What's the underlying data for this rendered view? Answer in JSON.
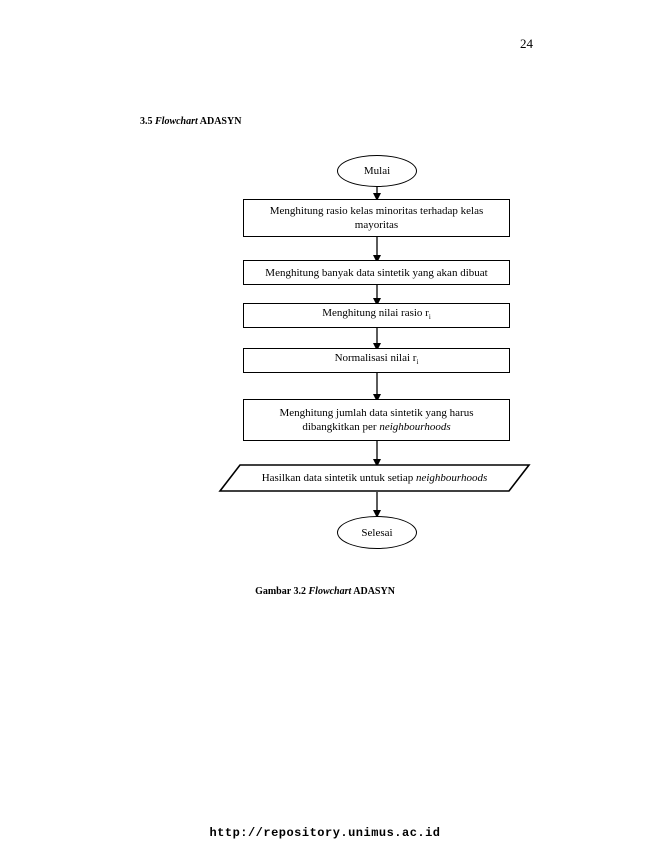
{
  "page": {
    "number": "24",
    "section_number": "3.5",
    "section_title_italic": "Flowchart",
    "section_title_rest": "ADASYN"
  },
  "flowchart": {
    "start": "Mulai",
    "step1": "Menghitung rasio kelas minoritas terhadap kelas mayoritas",
    "step2": "Menghitung banyak data sintetik yang akan dibuat",
    "step3": "Menghitung nilai rasio r",
    "step3_sub": "i",
    "step4": "Normalisasi nilai r",
    "step4_sub": "i",
    "step5_main": "Menghitung jumlah data sintetik yang harus dibangkitkan per ",
    "step5_italic": "neighbourhoods",
    "output_main": "Hasilkan data sintetik untuk setiap ",
    "output_italic": "neighbourhoods",
    "end": "Selesai"
  },
  "caption": {
    "prefix": "Gambar 3.2",
    "italic": "Flowchart",
    "suffix": "ADASYN"
  },
  "footer": {
    "url": "http://repository.unimus.ac.id"
  }
}
